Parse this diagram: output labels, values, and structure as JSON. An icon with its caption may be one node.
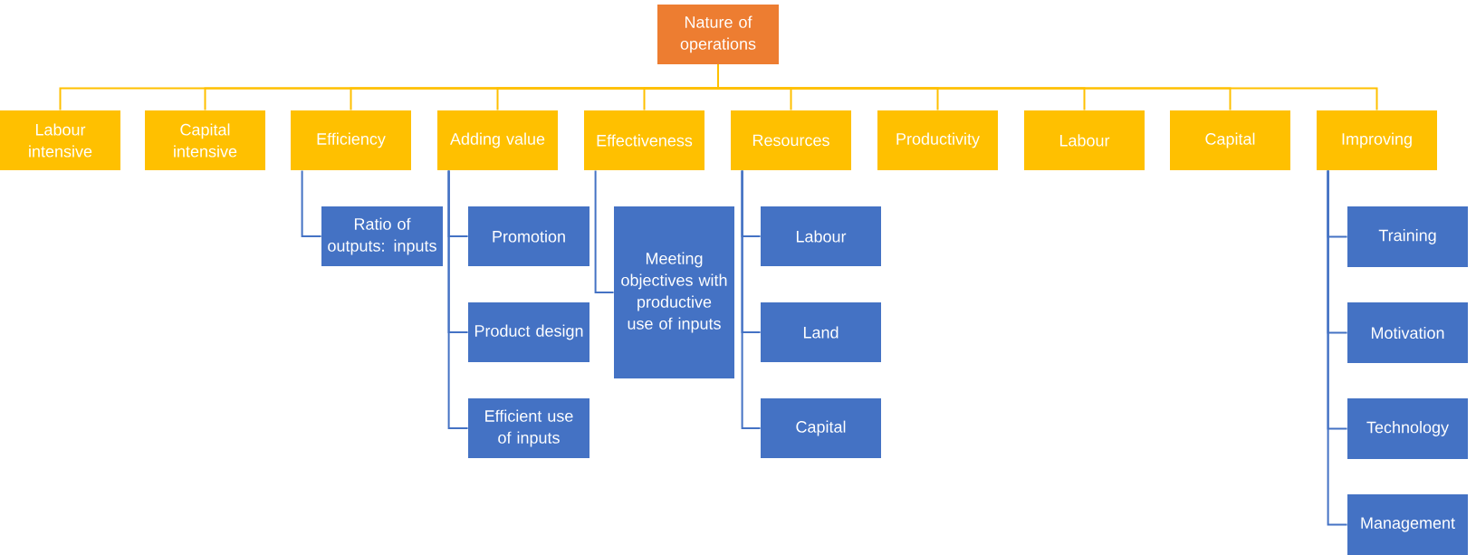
{
  "diagram": {
    "nodes": [
      {
        "text": [
          "Nature of operations"
        ]
      },
      {
        "text": [
          "Labour intensive"
        ]
      },
      {
        "text": [
          "Capital intensive"
        ]
      },
      {
        "text": [
          "Efficiency"
        ]
      },
      {
        "text": [
          "Adding value"
        ]
      },
      {
        "text": [
          "Effectiveness"
        ]
      },
      {
        "text": [
          "Resources"
        ]
      },
      {
        "text": [
          "Productivity"
        ]
      },
      {
        "text": [
          "Labour"
        ]
      },
      {
        "text": [
          "Capital"
        ]
      },
      {
        "text": [
          "Improving"
        ]
      },
      {
        "text": [
          "Ratio of outputs: inputs"
        ]
      },
      {
        "text": [
          "Promotion"
        ]
      },
      {
        "text": [
          "Product design"
        ]
      },
      {
        "text": [
          "Efficient use of inputs"
        ]
      },
      {
        "text": [
          "Meeting objectives with productive use of inputs"
        ]
      },
      {
        "text": [
          "Labour"
        ]
      },
      {
        "text": [
          "Land"
        ]
      },
      {
        "text": [
          "Capital"
        ]
      },
      {
        "text": [
          "Training"
        ]
      },
      {
        "text": [
          "Motivation"
        ]
      },
      {
        "text": [
          "Technology"
        ]
      },
      {
        "text": [
          "Management"
        ]
      }
    ],
    "edges": [
      {
        "from": 0,
        "to": 1,
        "arrow": "none",
        "color": "#ffc000"
      },
      {
        "from": 0,
        "to": 2,
        "arrow": "none",
        "color": "#ffc000"
      },
      {
        "from": 0,
        "to": 3,
        "arrow": "none",
        "color": "#ffc000"
      },
      {
        "from": 0,
        "to": 4,
        "arrow": "none",
        "color": "#ffc000"
      },
      {
        "from": 0,
        "to": 5,
        "arrow": "none",
        "color": "#ffc000"
      },
      {
        "from": 0,
        "to": 6,
        "arrow": "none",
        "color": "#ffc000"
      },
      {
        "from": 0,
        "to": 7,
        "arrow": "none",
        "color": "#ffc000"
      },
      {
        "from": 0,
        "to": 8,
        "arrow": "none",
        "color": "#ffc000"
      },
      {
        "from": 0,
        "to": 9,
        "arrow": "none",
        "color": "#ffc000"
      },
      {
        "from": 0,
        "to": 10,
        "arrow": "none",
        "color": "#ffc000"
      },
      {
        "from": 3,
        "to": 11,
        "arrow": "none"
      },
      {
        "from": 4,
        "to": 12,
        "arrow": "none"
      },
      {
        "from": 4,
        "to": 13,
        "arrow": "none"
      },
      {
        "from": 4,
        "to": 14,
        "arrow": "none"
      },
      {
        "from": 5,
        "to": 15,
        "arrow": "none"
      },
      {
        "from": 6,
        "to": 16,
        "arrow": "none"
      },
      {
        "from": 6,
        "to": 17,
        "arrow": "none"
      },
      {
        "from": 6,
        "to": 18,
        "arrow": "none"
      },
      {
        "from": 10,
        "to": 19,
        "arrow": "none"
      },
      {
        "from": 10,
        "to": 20,
        "arrow": "none"
      },
      {
        "from": 10,
        "to": 21,
        "arrow": "none"
      },
      {
        "from": 10,
        "to": 22,
        "arrow": "none"
      }
    ]
  }
}
